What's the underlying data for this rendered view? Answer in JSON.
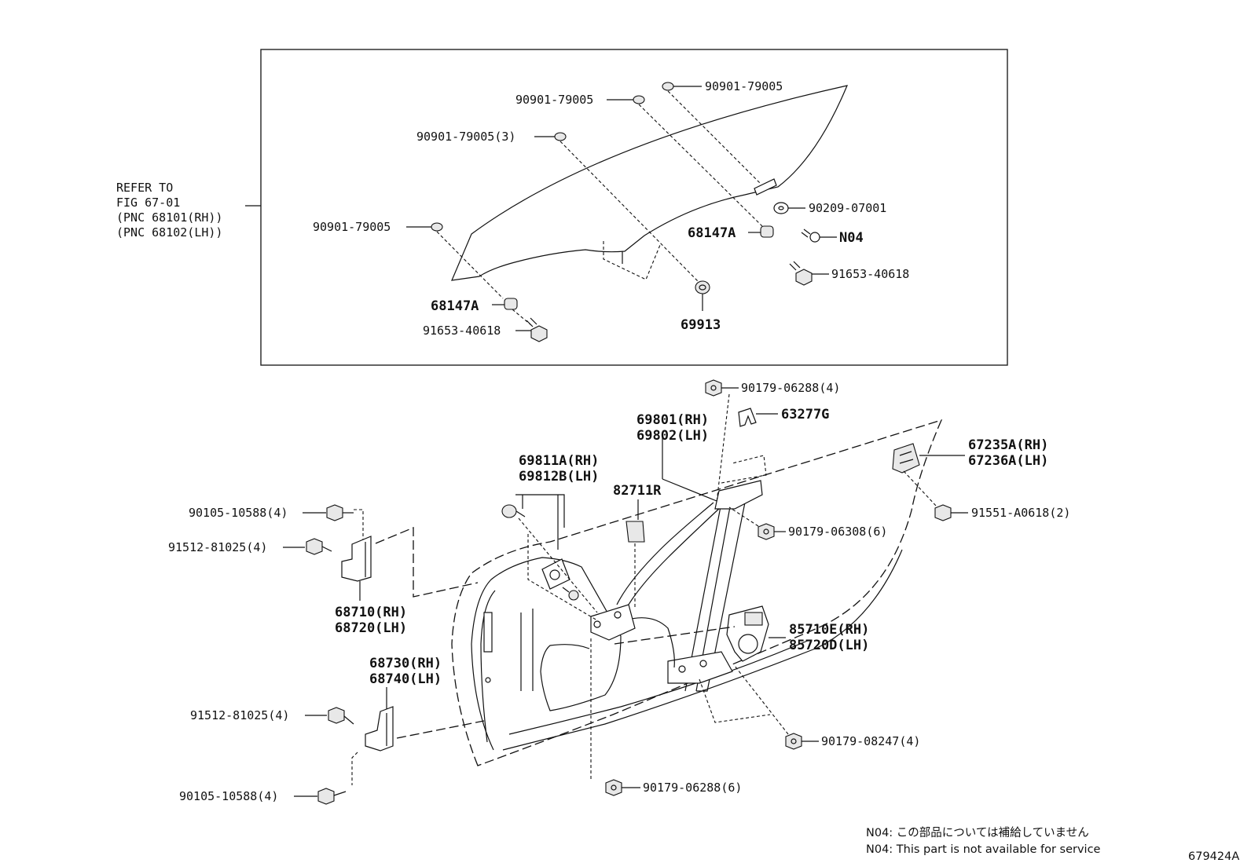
{
  "refer_note": {
    "line1": "REFER TO",
    "line2": "FIG 67-01",
    "line3": "(PNC 68101(RH))",
    "line4": "(PNC 68102(LH))"
  },
  "glass_box_labels": {
    "grommet_top_right": "90901-79005",
    "grommet_top_mid": "90901-79005",
    "grommet_qty3": "90901-79005(3)",
    "grommet_left": "90901-79005",
    "washer": "90209-07001",
    "n04": "N04",
    "cushion_right": "68147A",
    "bolt_right": "91653-40618",
    "cushion_left": "68147A",
    "bolt_left": "91653-40618",
    "spacer": "69913"
  },
  "door_labels": {
    "nut_top": "90179-06288(4)",
    "clip": "63277G",
    "regulator_rh": "69801(RH)",
    "regulator_lh": "69802(LH)",
    "stop_rh": "67235A(RH)",
    "stop_lh": "67236A(LH)",
    "bolt_stop": "91551-A0618(2)",
    "nut_reg": "90179-06308(6)",
    "lock_rh": "69811A(RH)",
    "lock_lh": "69812B(LH)",
    "clip_82711": "82711R",
    "bolt_upper_hinge_a": "90105-10588(4)",
    "bolt_upper_hinge_b": "91512-81025(4)",
    "upper_hinge_rh": "68710(RH)",
    "upper_hinge_lh": "68720(LH)",
    "motor_rh": "85710E(RH)",
    "motor_lh": "85720D(LH)",
    "lower_hinge_rh": "68730(RH)",
    "lower_hinge_lh": "68740(LH)",
    "bolt_lower_hinge_b": "91512-81025(4)",
    "nut_lower": "90179-08247(4)",
    "nut_bottom": "90179-06288(6)",
    "bolt_lower_hinge_a": "90105-10588(4)"
  },
  "footnotes": {
    "jp": "N04: この部品については補給していません",
    "en": "N04: This part is not available for service"
  },
  "illustration_number": "679424A"
}
